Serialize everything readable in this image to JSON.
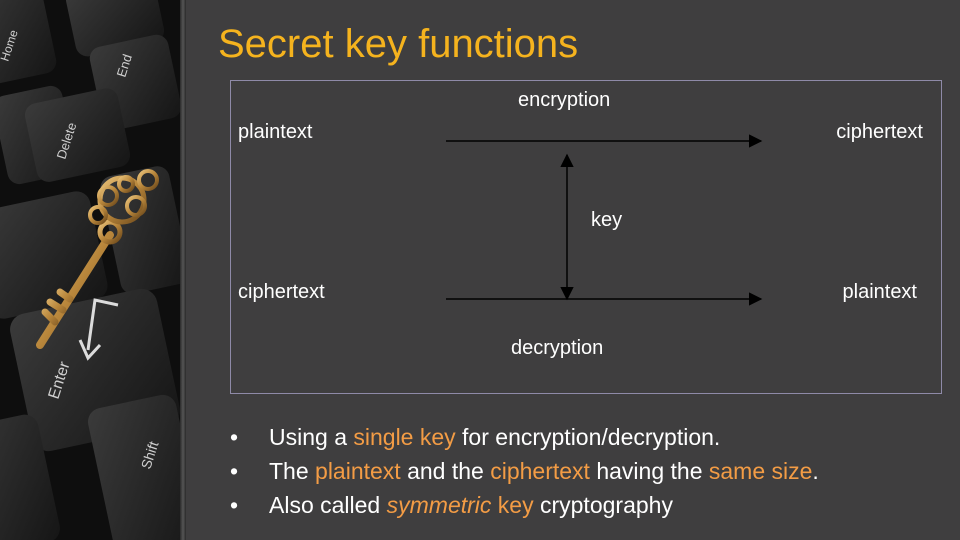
{
  "slide": {
    "title": "Secret key functions"
  },
  "diagram": {
    "top_label": "encryption",
    "top_left": "plaintext",
    "top_right": "ciphertext",
    "middle_label": "key",
    "bottom_left": "ciphertext",
    "bottom_right": "plaintext",
    "bottom_label": "decryption"
  },
  "bullets": {
    "marker": "•",
    "b1": {
      "p1": "Using a ",
      "hl1": "single key",
      "p2": " for encryption/decryption."
    },
    "b2": {
      "p1": "The ",
      "hl1": "plaintext",
      "p2": " and the ",
      "hl2": "ciphertext",
      "p3": " having the ",
      "hl3": "same size",
      "p4": "."
    },
    "b3": {
      "p1": "Also called ",
      "hl1": "symmetric",
      "p2": " ",
      "hl2": "key",
      "p3": " cryptography"
    }
  },
  "photo": {
    "key_label_home": "Home",
    "key_label_end": "End",
    "key_label_delete": "Delete",
    "key_label_enter": "Enter",
    "key_label_shift": "Shift"
  },
  "colors": {
    "title": "#f5b31e",
    "highlight": "#f39c45",
    "background": "#3f3e3f",
    "box_border": "#8f8aa8"
  }
}
